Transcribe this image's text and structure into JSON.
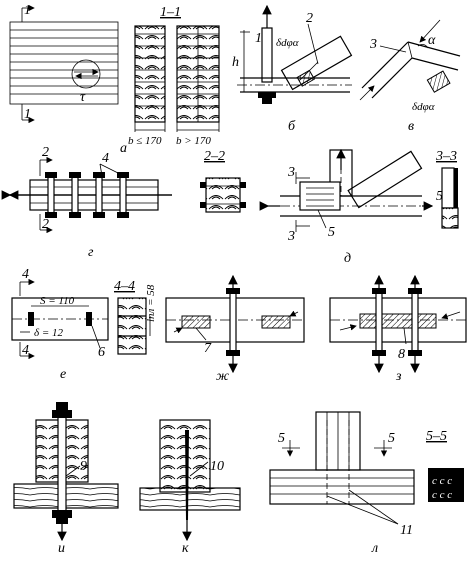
{
  "panels": {
    "a": {
      "section_mark": "1",
      "section_title": "1–1",
      "tau": "τ",
      "width_left": "b ≤ 170",
      "width_right": "b > 170",
      "caption": "а"
    },
    "b": {
      "pointer_1": "1",
      "pointer_2": "2",
      "delta": "δdφα",
      "height": "h",
      "caption": "б"
    },
    "v": {
      "pointer_3": "3",
      "alpha": "α",
      "delta": "δdφα",
      "caption": "в"
    },
    "g": {
      "section_mark": "2",
      "pointer_4": "4",
      "section_title": "2–2",
      "caption": "г"
    },
    "d": {
      "section_mark": "3",
      "pointer_5": "5",
      "section_title": "3–3",
      "caption": "д"
    },
    "e": {
      "section_mark": "4",
      "spacing": "S = 110",
      "thickness": "δ = 12",
      "pointer_6": "6",
      "section_title": "4–4",
      "height": "lпл = 58",
      "caption": "е"
    },
    "zh": {
      "pointer_7": "7",
      "caption": "ж"
    },
    "z": {
      "pointer_8": "8",
      "caption": "з"
    },
    "i": {
      "pointer_9": "9",
      "caption": "и"
    },
    "k": {
      "pointer_10": "10",
      "caption": "к"
    },
    "l": {
      "section_mark": "5",
      "pointer_11": "11",
      "section_title": "5–5",
      "caption": "л"
    }
  }
}
